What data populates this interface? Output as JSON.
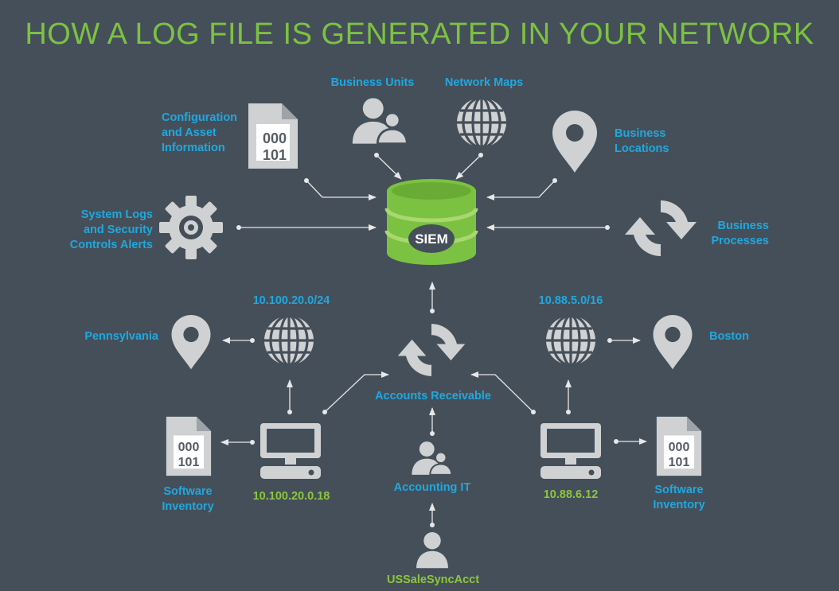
{
  "title": "HOW A LOG FILE IS GENERATED IN YOUR NETWORK",
  "colors": {
    "background": "#454f59",
    "title": "#7cc242",
    "label_blue": "#1fa8e0",
    "label_green": "#8dc63f",
    "icon_gray": "#cfd1d3",
    "connector": "#e6e7e8",
    "siem_green": "#7cc242",
    "siem_band": "#a9d86e"
  },
  "siem": {
    "label": "SIEM"
  },
  "sources": {
    "business_units": "Business Units",
    "network_maps": "Network Maps",
    "config_line1": "Configuration",
    "config_line2": "and Asset",
    "config_line3": "Information",
    "business_locations_line1": "Business",
    "business_locations_line2": "Locations",
    "system_logs_line1": "System Logs",
    "system_logs_line2": "and Security",
    "system_logs_line3": "Controls Alerts",
    "business_processes_line1": "Business",
    "business_processes_line2": "Processes"
  },
  "network": {
    "subnet_left": "10.100.20.0/24",
    "subnet_right": "10.88.5.0/16",
    "location_left": "Pennsylvania",
    "location_right": "Boston",
    "accounts_receivable": "Accounts Receivable",
    "host_left": "10.100.20.0.18",
    "host_right": "10.88.6.12",
    "software_left_line1": "Software",
    "software_left_line2": "Inventory",
    "software_right_line1": "Software",
    "software_right_line2": "Inventory",
    "accounting_it": "Accounting IT",
    "user_account": "USSaleSyncAcct"
  },
  "icons": {
    "doc_line1": "000",
    "doc_line2": "101"
  }
}
